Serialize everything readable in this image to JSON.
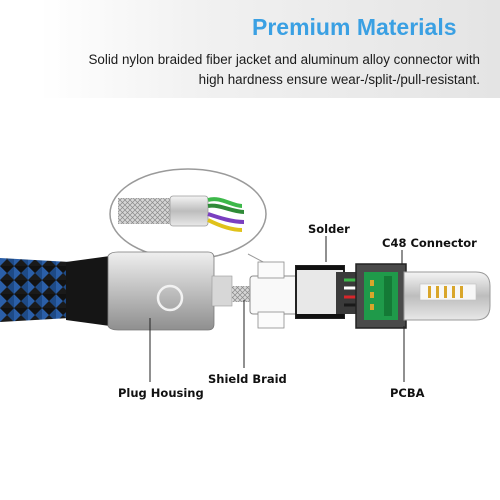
{
  "banner": {
    "title": "Premium Materials",
    "description_line1": "Solid nylon braided fiber jacket and aluminum alloy connector with",
    "description_line2": "high hardness ensure wear-/split-/pull-resistant."
  },
  "labels": {
    "solder": "Solder",
    "c48_connector": "C48 Connector",
    "plug_housing": "Plug Housing",
    "shield_braid": "Shield Braid",
    "pcba": "PCBA"
  },
  "colors": {
    "title": "#3aa0e3",
    "cable_blue": "#2b5fa8",
    "cable_black": "#1a1a1a",
    "housing_silver": "#c8c8c8",
    "pcb_green": "#1f9a4a",
    "wire_green": "#3db84a",
    "wire_purple": "#7a3fc0",
    "wire_red": "#d7262b",
    "wire_yellow": "#e0c21a",
    "connector_gold": "#d9a62b"
  },
  "icons": {
    "brand_logo": "power-circle-logo"
  }
}
